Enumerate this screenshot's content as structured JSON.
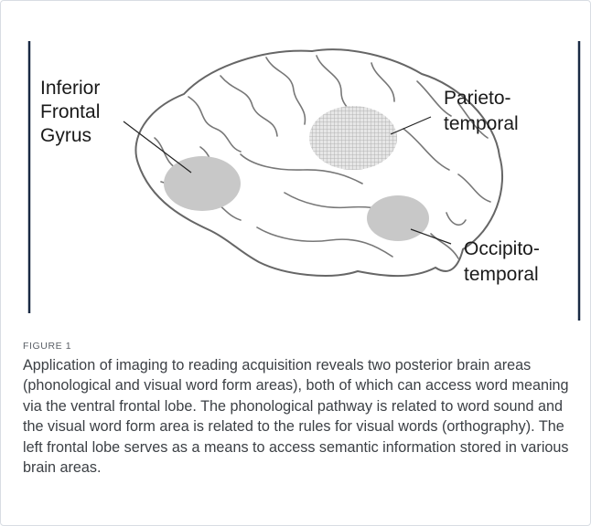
{
  "figure": {
    "labels": {
      "inferior_frontal": [
        "Inferior",
        "Frontal",
        "Gyrus"
      ],
      "parietotemporal": [
        "Parieto-",
        "temporal"
      ],
      "occipitotemporal": [
        "Occipito-",
        "temporal"
      ]
    },
    "colors": {
      "outline": "#666666",
      "region_fill": "#c8c8c8",
      "frame_rule": "#1a2a44",
      "caption_text": "#3c4045",
      "caption_title": "#5a5f66"
    }
  },
  "caption": {
    "title": "FIGURE 1",
    "text": "Application of imaging to reading acquisition reveals two posterior brain areas (phonological and visual word form areas), both of which can access word meaning via the ventral frontal lobe. The phonological pathway is related to word sound and the visual word form area is related to the rules for visual words (orthography). The left frontal lobe serves as a means to access semantic information stored in various brain areas."
  }
}
